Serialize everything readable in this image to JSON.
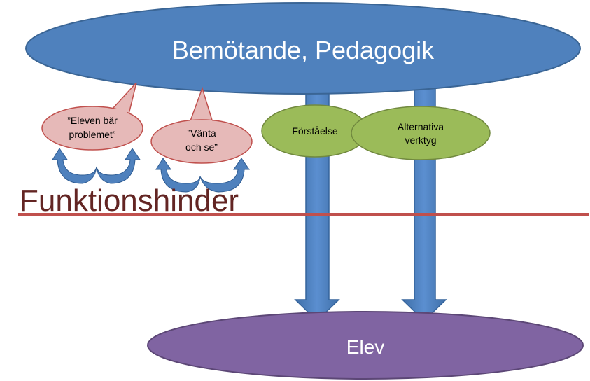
{
  "diagram": {
    "top_ellipse": {
      "label": "Bemötande, Pedagogik"
    },
    "bottom_ellipse": {
      "label": "Elev"
    },
    "barrier": {
      "label": "Funktionshinder"
    },
    "bubbles": [
      {
        "lines": [
          "”Eleven bär",
          "problemet”"
        ]
      },
      {
        "lines": [
          "”Vänta",
          "och se”"
        ]
      }
    ],
    "green_ovals": [
      {
        "label": "Förståelse"
      },
      {
        "lines": [
          "Alternativa",
          "verktyg"
        ]
      }
    ],
    "colors": {
      "top_ellipse": "#4f81bd",
      "bottom_ellipse": "#8064a2",
      "barrier_line": "#c0504d",
      "barrier_text": "#632523",
      "bubble_fill": "#e6b9b8",
      "bubble_stroke": "#c0504d",
      "green_fill": "#9bbb59",
      "green_stroke": "#71893f",
      "arrow": "#4f81bd"
    }
  }
}
